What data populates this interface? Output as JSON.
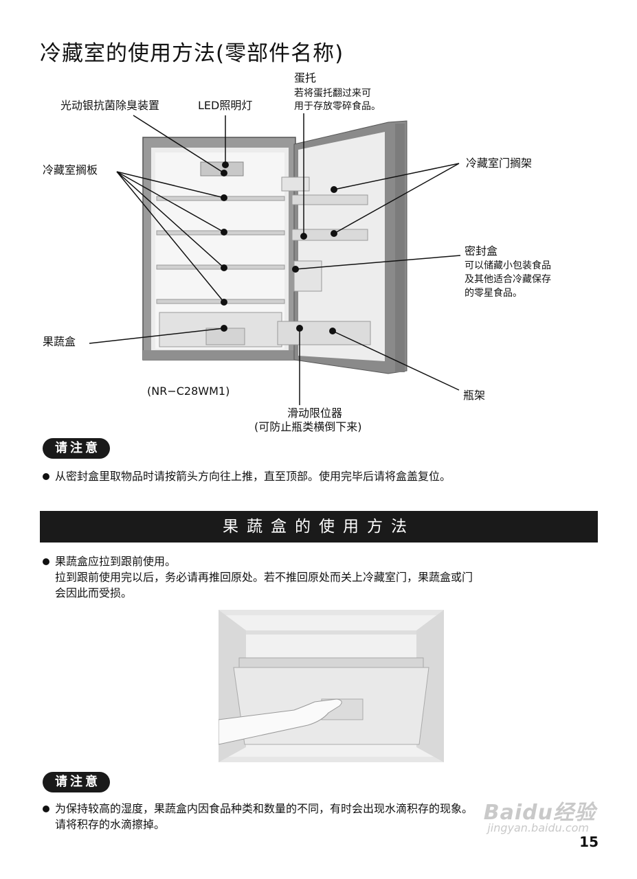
{
  "title": "冷藏室的使用方法(零部件名称)",
  "labels": {
    "egg_tray": "蛋托",
    "egg_tray_note_1": "若将蛋托翻过来可",
    "egg_tray_note_2": "用于存放零碎食品。",
    "deodorizer": "光动银抗菌除臭装置",
    "led_light": "LED照明灯",
    "shelf": "冷藏室搁板",
    "door_shelf": "冷藏室门搁架",
    "sealed_box": "密封盒",
    "sealed_box_note_1": "可以储藏小包装食品",
    "sealed_box_note_2": "及其他适合冷藏保存",
    "sealed_box_note_3": "的零星食品。",
    "crisper": "果蔬盒",
    "model": "(NR−C28WM1)",
    "bottle_rack": "瓶架",
    "slide_stopper": "滑动限位器",
    "slide_stopper_note": "(可防止瓶类横倒下来)"
  },
  "notice1": {
    "badge": "请注意",
    "text": "从密封盒里取物品时请按箭头方向往上推，直至顶部。使用完毕后请将盒盖复位。"
  },
  "section": {
    "heading": "果蔬盒的使用方法",
    "bullet_1": "果蔬盒应拉到跟前使用。",
    "text_line_2": "拉到跟前使用完以后，务必请再推回原处。若不推回原处而关上冷藏室门，果蔬盒或门",
    "text_line_3": "会因此而受损。"
  },
  "notice2": {
    "badge": "请注意",
    "line_1": "为保持较高的湿度，果蔬盒内因食品种类和数量的不同，有时会出现水滴积存的现象。",
    "line_2": "请将积存的水滴擦掉。"
  },
  "page_number": "15",
  "watermark": {
    "logo": "Baidu经验",
    "url": "jingyan.baidu.com"
  }
}
